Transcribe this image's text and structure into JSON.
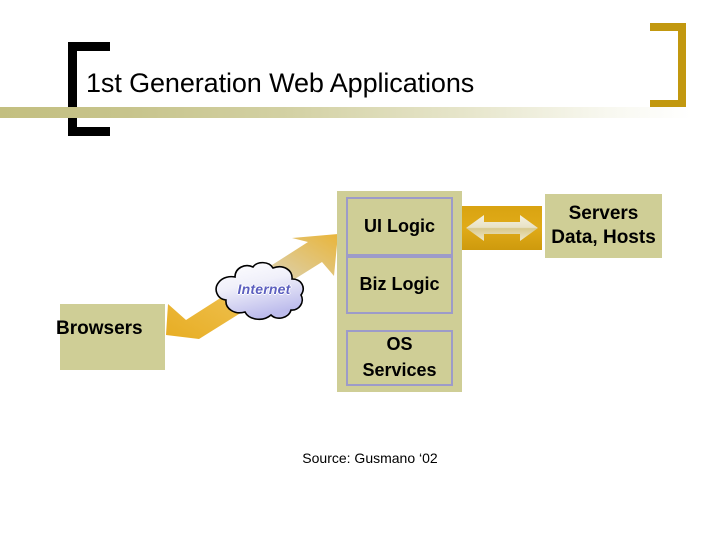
{
  "slide": {
    "title": "1st Generation Web Applications",
    "source_note": "Source: Gusmano ‘02"
  },
  "diagram": {
    "client": {
      "label": "Browsers"
    },
    "network": {
      "label": "Internet",
      "icon": "cloud-icon"
    },
    "connector_client_server": {
      "icon": "double-headed-diagonal-arrow-icon"
    },
    "connector_server_data": {
      "icon": "double-headed-horizontal-arrow-icon"
    },
    "server_stack": {
      "layers": [
        {
          "label": "UI Logic"
        },
        {
          "label": "Biz Logic"
        },
        {
          "label": "OS\nServices",
          "line1": "OS",
          "line2": "Services"
        }
      ]
    },
    "backend": {
      "line1": "Servers",
      "line2": "Data, Hosts"
    }
  },
  "colors": {
    "khaki_block": "#CFCE96",
    "layer_border": "#9D9BC9",
    "arrow_gold": "#E0A81E",
    "bracket_gold": "#C2980F",
    "bracket_black": "#000000",
    "internet_text": "#5C5FBF",
    "rule_gradient_start": "#C3BF80"
  }
}
